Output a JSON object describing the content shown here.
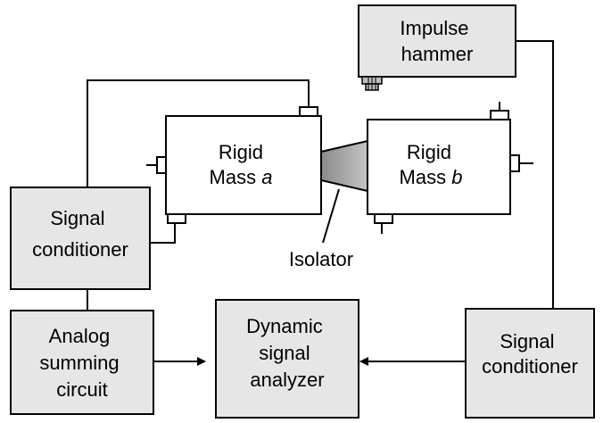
{
  "blocks": {
    "impulse_hammer": {
      "lines": [
        "Impulse",
        "hammer"
      ]
    },
    "rigid_mass_a": {
      "lines": [
        "Rigid",
        "Mass "
      ],
      "italic": "a"
    },
    "rigid_mass_b": {
      "lines": [
        "Rigid",
        "Mass "
      ],
      "italic": "b"
    },
    "isolator": {
      "label": "Isolator"
    },
    "signal_conditioner_left": {
      "lines": [
        "Signal",
        "conditioner"
      ]
    },
    "signal_conditioner_right": {
      "lines": [
        "Signal",
        "conditioner"
      ]
    },
    "analog_summing_circuit": {
      "lines": [
        "Analog",
        "summing",
        "circuit"
      ]
    },
    "dynamic_signal_analyzer": {
      "lines": [
        "Dynamic",
        "signal",
        "analyzer"
      ]
    }
  },
  "colors": {
    "block_fill_gray": "#e6e6e6",
    "block_fill_white": "#ffffff",
    "isolator_fill": "#a6a6a6",
    "stroke": "#000000"
  }
}
